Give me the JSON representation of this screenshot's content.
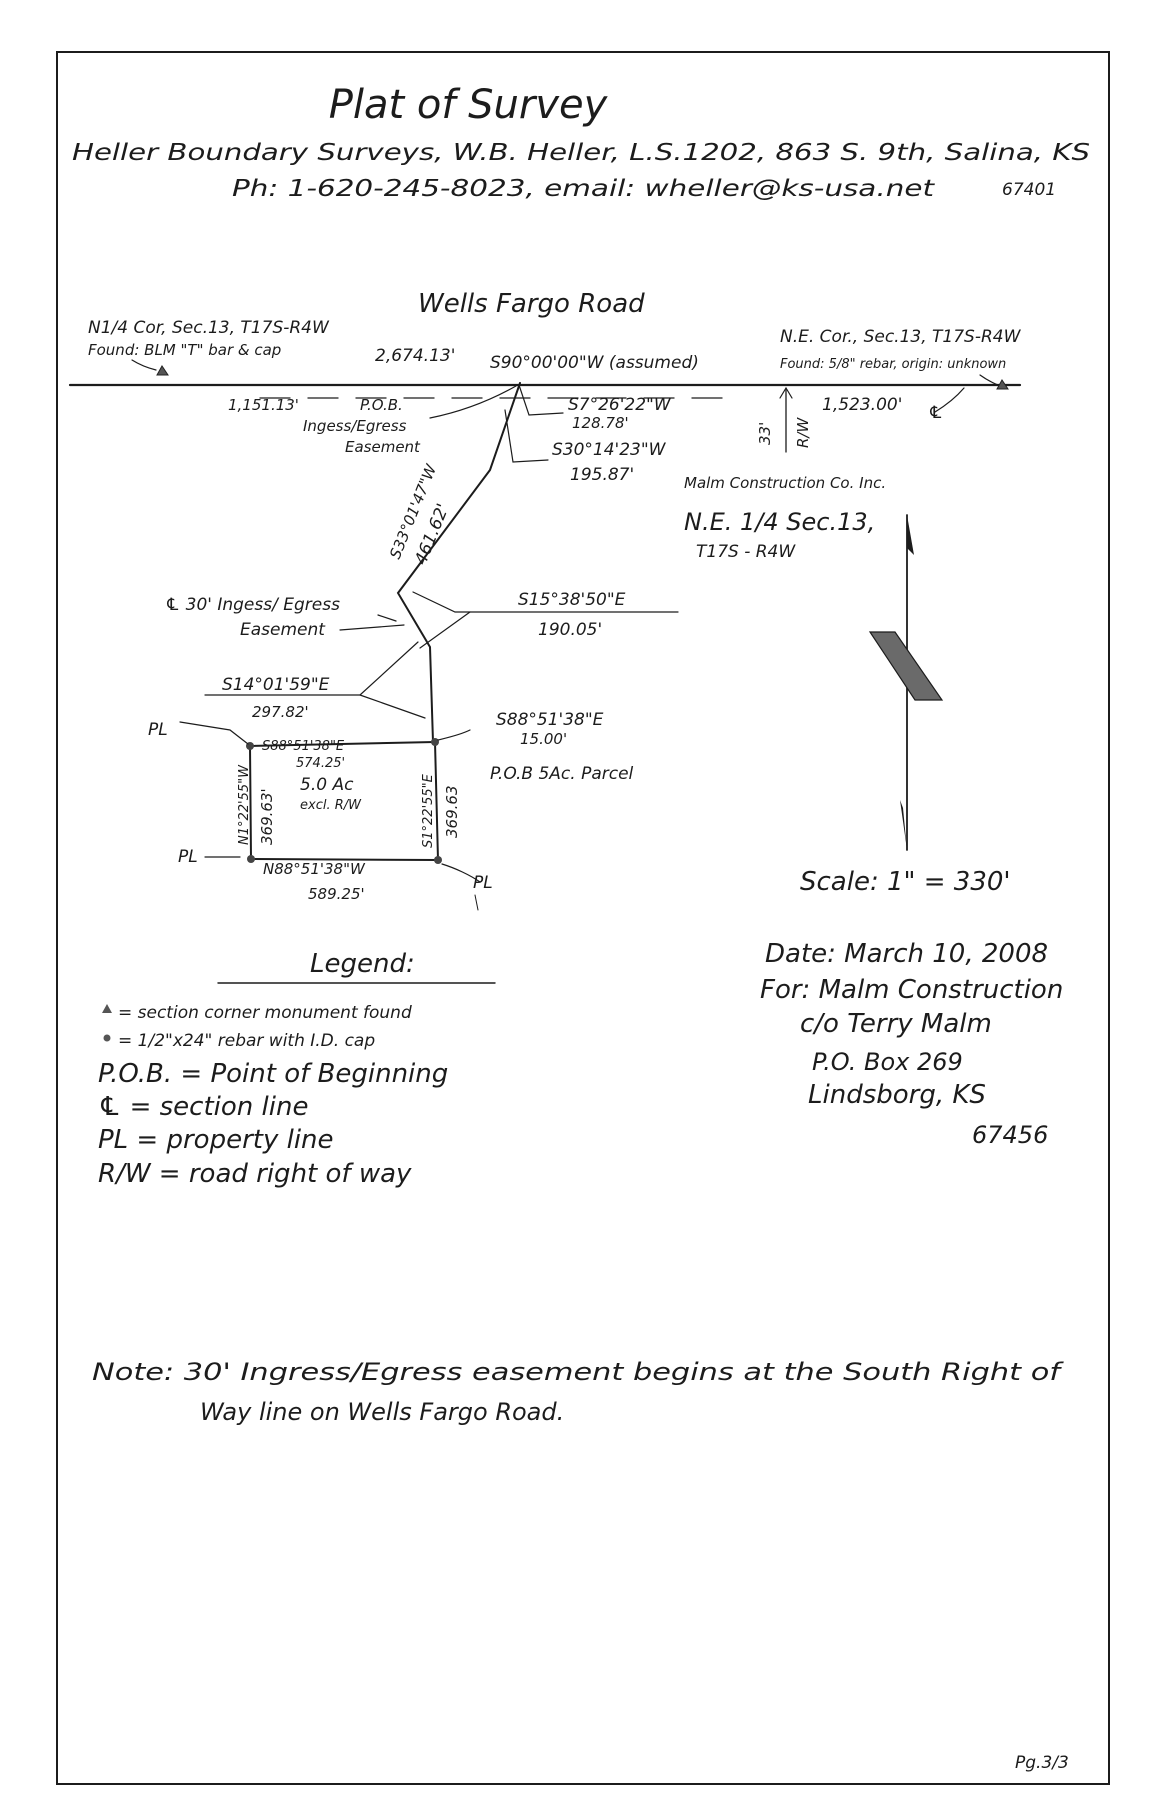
{
  "header": {
    "title": "Plat of Survey",
    "company_line": "Heller Boundary Surveys, W.B. Heller, L.S.1202, 863 S. 9th, Salina, KS",
    "contact_line": "Ph: 1-620-245-8023, email: wheller@ks-usa.net",
    "zip": "67401"
  },
  "road": {
    "name": "Wells Fargo Road",
    "nw_corner_title": "N1/4 Cor, Sec.13, T17S-R4W",
    "nw_corner_found": "Found: BLM \"T\" bar & cap",
    "ne_corner_title": "N.E. Cor., Sec.13, T17S-R4W",
    "ne_corner_found": "Found: 5/8\" rebar, origin: unknown",
    "section_length": "2,674.13'",
    "bearing_assumed": "S90°00'00\"W (assumed)",
    "dist_west": "1,151.13'",
    "dist_east": "1,523.00'",
    "rw_width": "33'",
    "rw_label": "R/W",
    "section_symbol": "℄"
  },
  "easement": {
    "pob_label": "P.O.B. Ingess/Egress Easement",
    "call1_bearing": "S7°26'22\"W",
    "call1_dist": "128.78'",
    "call2_bearing": "S30°14'23\"W",
    "call2_dist": "195.87'",
    "call3_bearing": "S33°01'47\"W",
    "call3_dist": "461.62'",
    "call4_bearing": "S15°38'50\"E",
    "call4_dist": "190.05'",
    "call5_bearing": "S14°01'59\"E",
    "call5_dist": "297.82'",
    "cl_label": "℄ 30' Ingess/Egress Easement",
    "owner": "Malm Construction Co. Inc.",
    "quarter": "N.E. 1/4 Sec.13, T17S-R4W"
  },
  "parcel": {
    "pob_bearing": "S88°51'38\"E",
    "pob_dist": "15.00'",
    "pob_label": "P.O.B 5Ac. Parcel",
    "north_bearing": "S88°51'38\"E",
    "north_dist": "574.25'",
    "south_bearing": "N88°51'38\"W",
    "south_dist": "589.25'",
    "west_bearing": "N1°22'55\"W",
    "west_dist": "369.63'",
    "east_bearing": "S1°22'55\"E",
    "east_dist": "369.63",
    "area": "5.0 Ac",
    "area_note": "excl. R/W",
    "pl_symbol": "PL"
  },
  "scale": "Scale: 1\" = 330'",
  "legend": {
    "title": "Legend:",
    "items": [
      "= section corner monument found",
      "= 1/2\"x24\" rebar with I.D. cap",
      "P.O.B. = Point of Beginning",
      "℄ = section line",
      "PL = property line",
      "R/W = road right of way"
    ]
  },
  "client": {
    "date": "Date: March 10, 2008",
    "for": "For: Malm Construction",
    "attn": "c/o Terry Malm",
    "box": "P.O. Box 269",
    "city": "Lindsborg, KS",
    "zip": "67456"
  },
  "note": {
    "line1": "Note: 30' Ingress/Egress easement begins at the South Right of",
    "line2": "Way line on Wells Fargo Road."
  },
  "page": "Pg.3/3"
}
